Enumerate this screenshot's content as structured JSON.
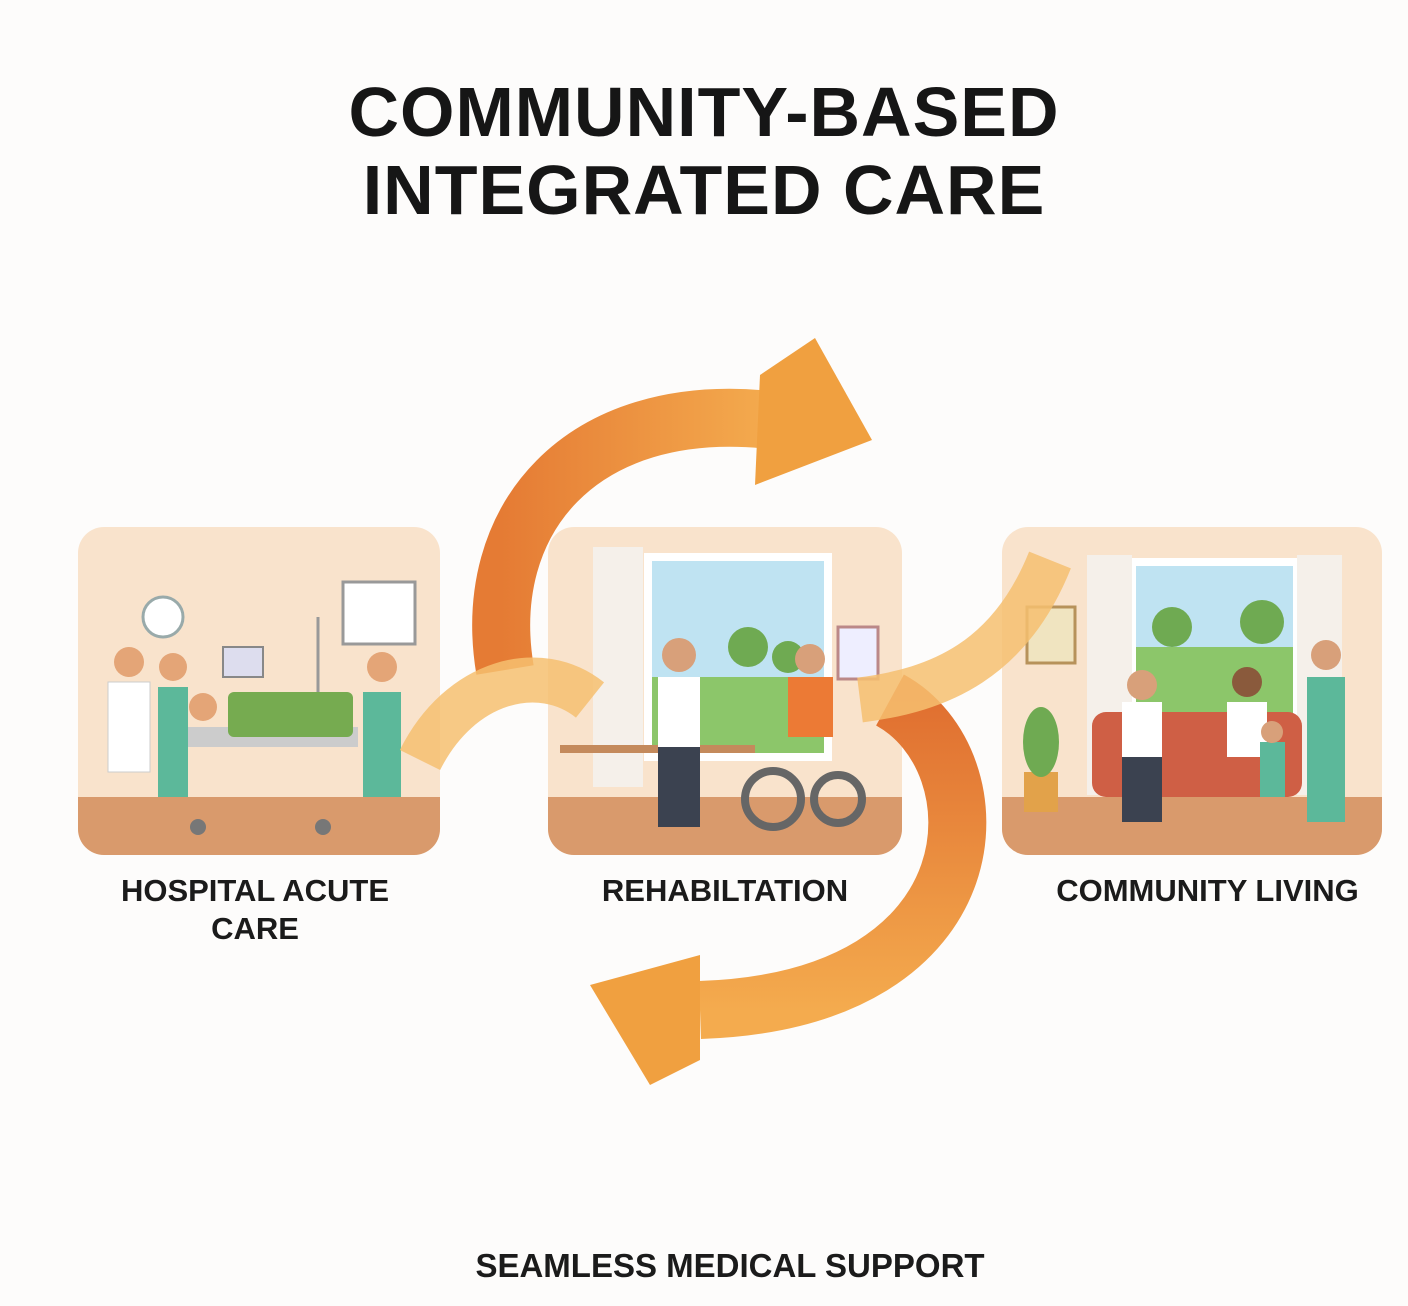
{
  "title": {
    "line1": "COMMUNITY-BASED",
    "line2": "INTEGRATED CARE"
  },
  "stages": [
    {
      "label": "HOSPITAL ACUTE CARE",
      "line1": "HOSPITAL ACUTE",
      "line2": "CARE"
    },
    {
      "label": "REHABILTATION"
    },
    {
      "label": "COMMUNITY LIVING"
    }
  ],
  "footer": "SEAMLESS MEDICAL SUPPORT",
  "colors": {
    "arrow": "#ec8a3c",
    "arrow_light": "#f6b95c",
    "panel": "#f9e3cc",
    "floor": "#d99a6c",
    "scrubs": "#5cb89a"
  }
}
